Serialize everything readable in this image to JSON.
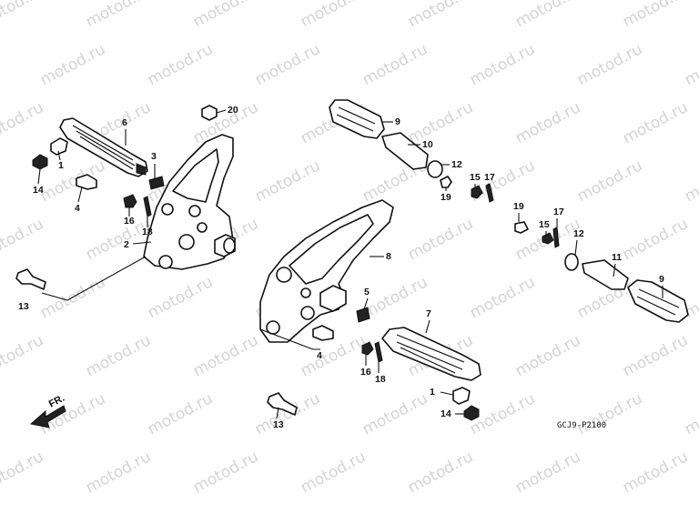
{
  "watermark": "motod.ru",
  "diagram_code": "GCJ9-P2100",
  "direction_label": "FR.",
  "callouts": [
    {
      "label": "1"
    },
    {
      "label": "2"
    },
    {
      "label": "3"
    },
    {
      "label": "4"
    },
    {
      "label": "5"
    },
    {
      "label": "6"
    },
    {
      "label": "7"
    },
    {
      "label": "8"
    },
    {
      "label": "9"
    },
    {
      "label": "10"
    },
    {
      "label": "11"
    },
    {
      "label": "12"
    },
    {
      "label": "13"
    },
    {
      "label": "14"
    },
    {
      "label": "15"
    },
    {
      "label": "16"
    },
    {
      "label": "17"
    },
    {
      "label": "18"
    },
    {
      "label": "19"
    },
    {
      "label": "20"
    },
    {
      "label": "1"
    },
    {
      "label": "4"
    },
    {
      "label": "9"
    },
    {
      "label": "12"
    },
    {
      "label": "13"
    },
    {
      "label": "14"
    },
    {
      "label": "15"
    },
    {
      "label": "16"
    },
    {
      "label": "17"
    },
    {
      "label": "18"
    },
    {
      "label": "19"
    }
  ],
  "colors": {
    "line": "#111111",
    "watermark": "#d4d4d4",
    "background": "#ffffff"
  }
}
